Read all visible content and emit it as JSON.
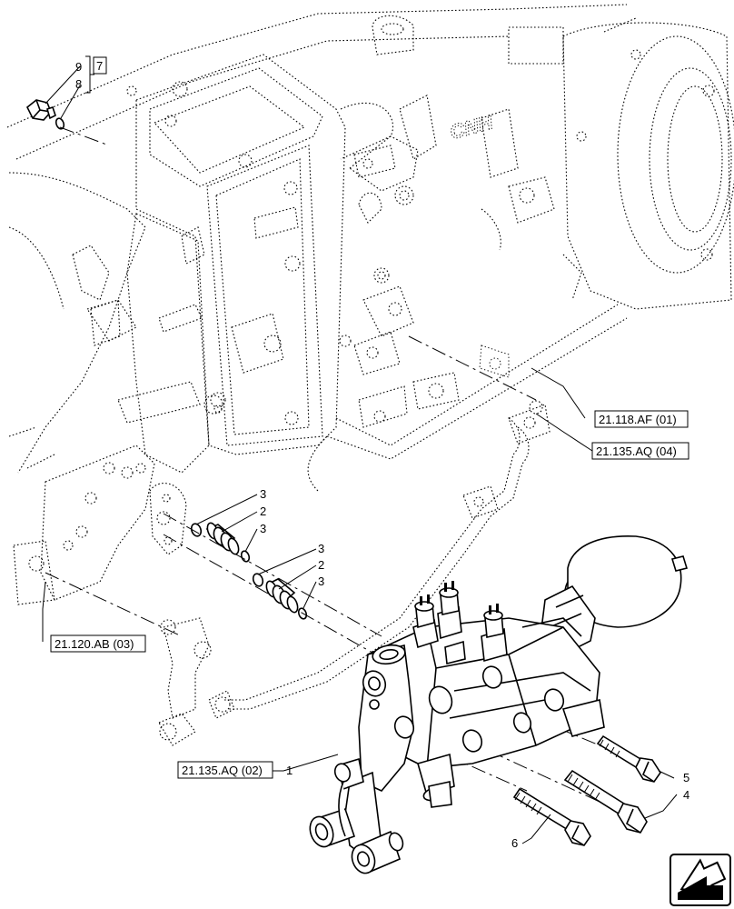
{
  "callouts": {
    "c1": "1",
    "c2a": "2",
    "c2b": "2",
    "c3a": "3",
    "c3b": "3",
    "c3c": "3",
    "c3d": "3",
    "c4": "4",
    "c5": "5",
    "c6": "6",
    "c7": "7",
    "c8": "8",
    "c9": "9"
  },
  "references": {
    "ref_118_af": "21.118.AF (01)",
    "ref_135_aq_04": "21.135.AQ (04)",
    "ref_120_ab": "21.120.AB (03)",
    "ref_135_aq_02": "21.135.AQ (02)"
  },
  "housing_embossed_text": "CNH",
  "nav_icon": "next-page-arrow-icon"
}
